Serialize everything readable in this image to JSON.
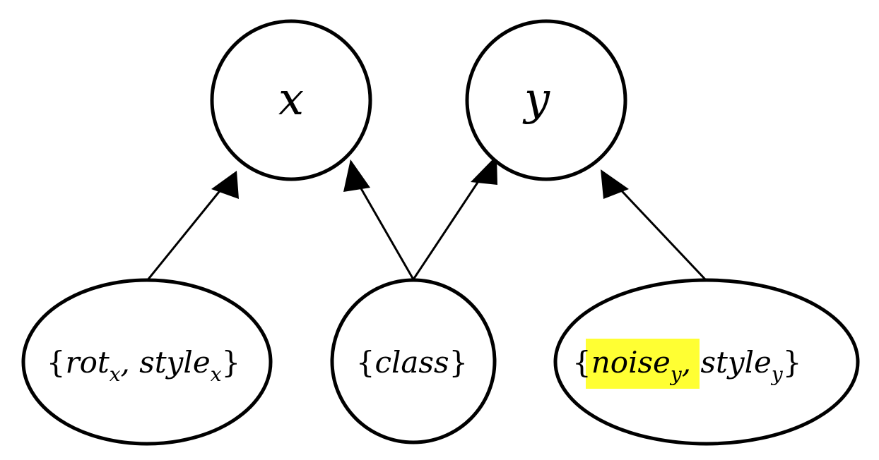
{
  "diagram": {
    "nodes": {
      "x": {
        "label": "x"
      },
      "y": {
        "label": "y"
      },
      "rot_style_x": {
        "open": "{",
        "rot": "rot",
        "rot_sub": "x",
        "comma": ", ",
        "style": "style",
        "style_sub": "x",
        "close": "}"
      },
      "class": {
        "open": "{",
        "label": "class",
        "close": "}"
      },
      "noise_style_y": {
        "open": "{",
        "noise": "noise",
        "noise_sub": "y",
        "comma": ", ",
        "style": "style",
        "style_sub": "y",
        "close": "}",
        "highlight_color": "#ffff33"
      }
    },
    "edges": [
      {
        "from": "rot_style_x",
        "to": "x"
      },
      {
        "from": "class",
        "to": "x"
      },
      {
        "from": "class",
        "to": "y"
      },
      {
        "from": "noise_style_y",
        "to": "y"
      }
    ]
  }
}
